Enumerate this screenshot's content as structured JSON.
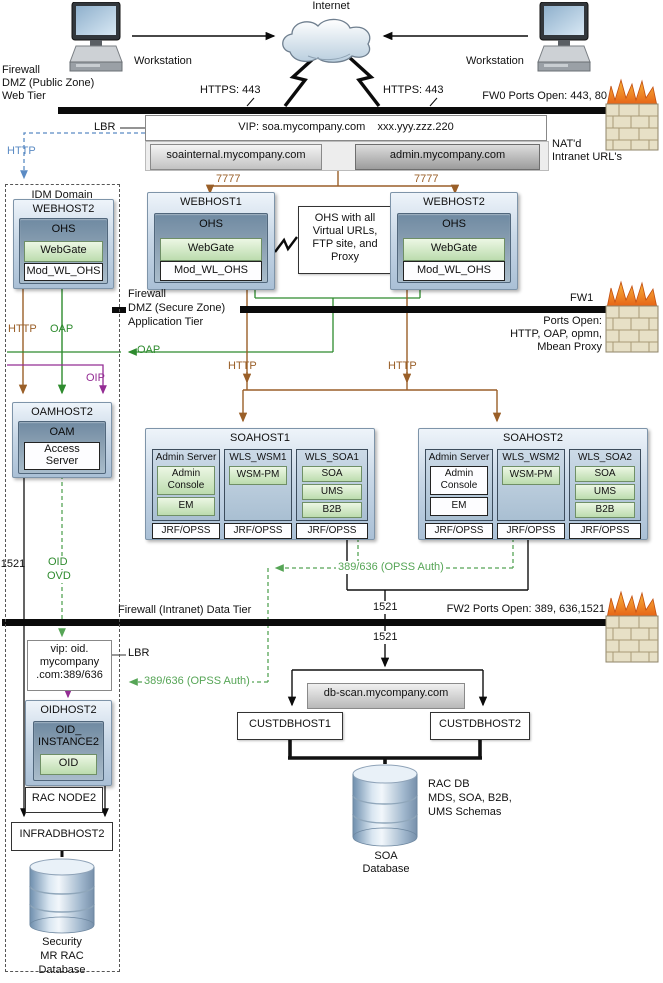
{
  "colors": {
    "arrow_brown": "#9a5f28",
    "arrow_green": "#2e8b2e",
    "arrow_dashed_green": "#56a556",
    "arrow_purple": "#942d94",
    "arrow_blue": "#5b8bc4",
    "webgate_green": "#cfe8c0",
    "host_blue": "#c9d8e7",
    "flame_orange": "#f59a23"
  },
  "top": {
    "internet": "Internet",
    "workstation_left": "Workstation",
    "workstation_right": "Workstation",
    "https_left": "HTTPS: 443",
    "https_right": "HTTPS: 443"
  },
  "fw0": {
    "zone1": "Firewall",
    "zone2": "DMZ (Public Zone)",
    "zone3": "Web Tier",
    "ports": "FW0 Ports Open: 443, 80"
  },
  "vip": {
    "lbr": "LBR",
    "text": "VIP: soa.mycompany.com",
    "ip": "xxx.yyy.zzz.220",
    "soainternal": "soainternal.mycompany.com",
    "admin": "admin.mycompany.com",
    "nat1": "NAT'd",
    "nat2": "Intranet URL's",
    "http": "HTTP"
  },
  "web": {
    "p7777_l": "7777",
    "p7777_r": "7777",
    "webhost1": {
      "title": "WEBHOST1",
      "ohs": "OHS",
      "webgate": "WebGate",
      "mod": "Mod_WL_OHS"
    },
    "webhost2": {
      "title": "WEBHOST2",
      "ohs": "OHS",
      "webgate": "WebGate",
      "mod": "Mod_WL_OHS"
    },
    "note1": "OHS with all",
    "note2": "Virtual URLs,",
    "note3": "FTP site, and",
    "note4": "Proxy"
  },
  "idm": {
    "title": "IDM Domain",
    "webhost2": {
      "title": "WEBHOST2",
      "ohs": "OHS",
      "webgate": "WebGate",
      "mod": "Mod_WL_OHS"
    },
    "http": "HTTP",
    "oap": "OAP",
    "oap_arrow": "OAP",
    "oip": "OIP",
    "oamhost2": {
      "title": "OAMHOST2",
      "oam": "OAM",
      "access1": "Access",
      "access2": "Server"
    },
    "p1521": "1521",
    "oid": "OID",
    "ovd": "OVD",
    "vipoid1": "vip: oid.",
    "vipoid2": "mycompany",
    "vipoid3": ".com:389/636",
    "lbr": "LBR",
    "oidhost2": {
      "title": "OIDHOST2",
      "inst1": "OID_",
      "inst2": "INSTANCE2",
      "oid": "OID"
    },
    "racnode": "RAC NODE2",
    "infra": "INFRADBHOST2",
    "sec1": "Security",
    "sec2": "MR RAC",
    "sec3": "Database"
  },
  "fw1": {
    "zone1": "Firewall",
    "zone2": "DMZ (Secure Zone)",
    "zone3": "Application Tier",
    "name": "FW1",
    "ports1": "Ports Open:",
    "ports2": "HTTP, OAP, opmn,",
    "ports3": "Mbean Proxy"
  },
  "app": {
    "http_l": "HTTP",
    "http_r": "HTTP",
    "soahost1": {
      "title": "SOAHOST1",
      "admin": "Admin Server",
      "console1": "Admin",
      "console2": "Console",
      "em": "EM",
      "wsm": "WLS_WSM1",
      "wsmpm": "WSM-PM",
      "wls": "WLS_SOA1",
      "soa": "SOA",
      "ums": "UMS",
      "b2b": "B2B",
      "jrf1": "JRF/OPSS",
      "jrf2": "JRF/OPSS",
      "jrf3": "JRF/OPSS"
    },
    "soahost2": {
      "title": "SOAHOST2",
      "admin": "Admin Server",
      "console1": "Admin",
      "console2": "Console",
      "em": "EM",
      "wsm": "WLS_WSM2",
      "wsmpm": "WSM-PM",
      "wls": "WLS_SOA2",
      "soa": "SOA",
      "ums": "UMS",
      "b2b": "B2B",
      "jrf1": "JRF/OPSS",
      "jrf2": "JRF/OPSS",
      "jrf3": "JRF/OPSS"
    },
    "opss_upper": "389/636 (OPSS Auth)",
    "opss_lower": "389/636 (OPSS Auth)",
    "p1521_up": "1521",
    "p1521_down": "1521"
  },
  "fw2": {
    "zone": "Firewall (Intranet) Data Tier",
    "ports": "FW2 Ports Open: 389, 636,1521"
  },
  "data_tier": {
    "dbscan": "db-scan.mycompany.com",
    "custdb1": "CUSTDBHOST1",
    "custdb2": "CUSTDBHOST2",
    "rac1": "RAC DB",
    "rac2": "MDS, SOA, B2B,",
    "rac3": "UMS Schemas",
    "soadb1": "SOA",
    "soadb2": "Database"
  }
}
